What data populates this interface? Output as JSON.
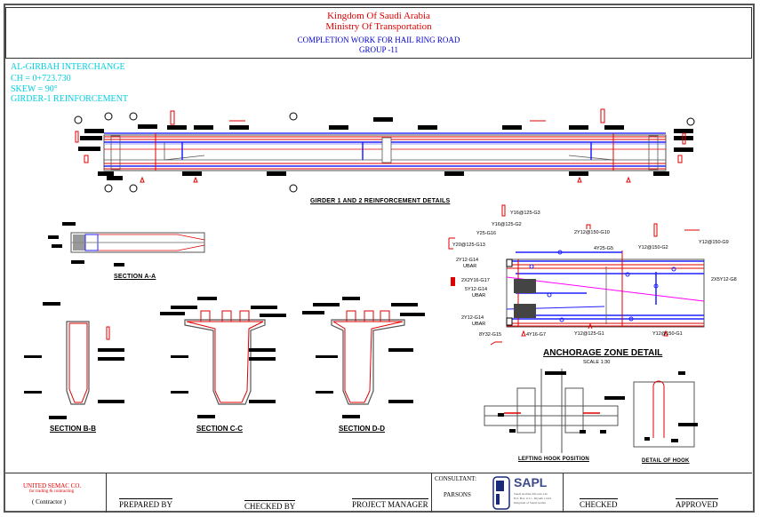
{
  "header": {
    "line1": "Kingdom Of Saudi Arabia",
    "line2": "Ministry Of Transportation",
    "project": "COMPLETION WORK FOR HAIL RING ROAD",
    "group": "GROUP -11"
  },
  "info": {
    "interchange": "AL-GIRBAH INTERCHANGE",
    "chainage": "CH = 0+723.730",
    "skew": "SKEW = 90°",
    "title": "GIRDER-1 REINFORCEMENT"
  },
  "drawings": {
    "main_title": "GIRDER 1 AND 2 REINFORCEMENT DETAILS",
    "section_aa": "SECTION A-A",
    "section_bb": "SECTION B-B",
    "section_cc": "SECTION C-C",
    "section_dd": "SECTION D-D",
    "anchorage_title": "ANCHORAGE ZONE DETAIL",
    "anchorage_scale": "SCALE 1:30",
    "lifting_hook": "LEFTING HOOK POSITION",
    "detail_hook": "DETAIL OF HOOK"
  },
  "anchorage_labels": {
    "g3": "Y16@125-G3",
    "g2": "Y16@125-G2",
    "g16": "Y25-G16",
    "g13": "Y20@125-G13",
    "g14a": "2Y12-G14",
    "ubar_a": "UBAR",
    "g17": "2X2Y16-G17",
    "g14b": "5Y12-G14",
    "ubar_b": "UBAR",
    "g14c": "2Y12-G14",
    "ubar_c": "UBAR",
    "g15": "8Y32-G15",
    "g7": "4Y16-G7",
    "g1a": "Y12@125-G1",
    "g10": "2Y12@150-G10",
    "g5": "4Y25-G5",
    "g2b": "Y12@150-G2",
    "g9": "Y12@150-G9",
    "g8": "2X5Y12-G8",
    "g1b": "Y12@150-G1"
  },
  "footer": {
    "contractor_name": "UNITED SEMAC CO.",
    "contractor_sub": "for trading & contracting",
    "contractor_role": "( Contractor )",
    "prepared_by": "PREPARED BY",
    "checked_by": "CHECKED BY",
    "project_manager": "PROJECT MANAGER",
    "consultant_label": "CONSULTANT:",
    "consultant_name": "PARSONS",
    "logo_text": "SAPL",
    "logo_sub1": "Saudi Arabian Parsons Ltd.",
    "logo_sub2": "P.O. Box 1111 - Riyadh 11421",
    "logo_sub3": "Kingdom of Saudi Arabia",
    "checked": "CHECKED",
    "approved": "APPROVED"
  },
  "colors": {
    "red": "#e00000",
    "blue": "#2020ff",
    "cyan": "#00d0e0",
    "magenta": "#ff00ff"
  }
}
